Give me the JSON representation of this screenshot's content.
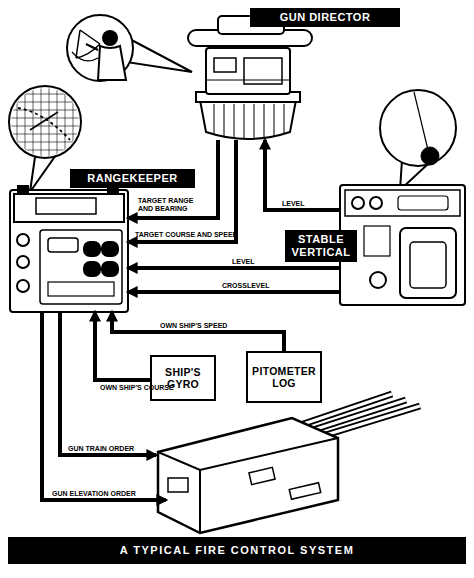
{
  "diagram": {
    "caption": "A TYPICAL FIRE CONTROL SYSTEM",
    "nodes": [
      {
        "text": [
          "GUN DIRECTOR"
        ]
      },
      {
        "text": [
          "RANGEKEEPER"
        ]
      },
      {
        "text": [
          "STABLE VERTICAL"
        ]
      },
      {
        "text": [
          "SHIP'S GYRO"
        ]
      },
      {
        "text": [
          "PITOMETER LOG"
        ]
      }
    ],
    "edges": [
      {
        "from": 0,
        "to": 1,
        "label": "TARGET RANGE AND BEARING",
        "arrow": "to"
      },
      {
        "from": 0,
        "to": 1,
        "label": "TARGET COURSE AND SPEED",
        "arrow": "to"
      },
      {
        "from": 2,
        "to": 0,
        "label": "LEVEL",
        "arrow": "to"
      },
      {
        "from": 2,
        "to": 1,
        "label": "LEVEL",
        "arrow": "to"
      },
      {
        "from": 2,
        "to": 1,
        "label": "CROSSLEVEL",
        "arrow": "to"
      },
      {
        "from": 4,
        "to": 1,
        "label": "OWN SHIP'S SPEED",
        "arrow": "to"
      },
      {
        "from": 3,
        "to": 1,
        "label": "OWN SHIP'S COURSE",
        "arrow": "to"
      }
    ],
    "labels": [
      "GUN TRAIN ORDER",
      "GUN ELEVATION ORDER"
    ]
  }
}
